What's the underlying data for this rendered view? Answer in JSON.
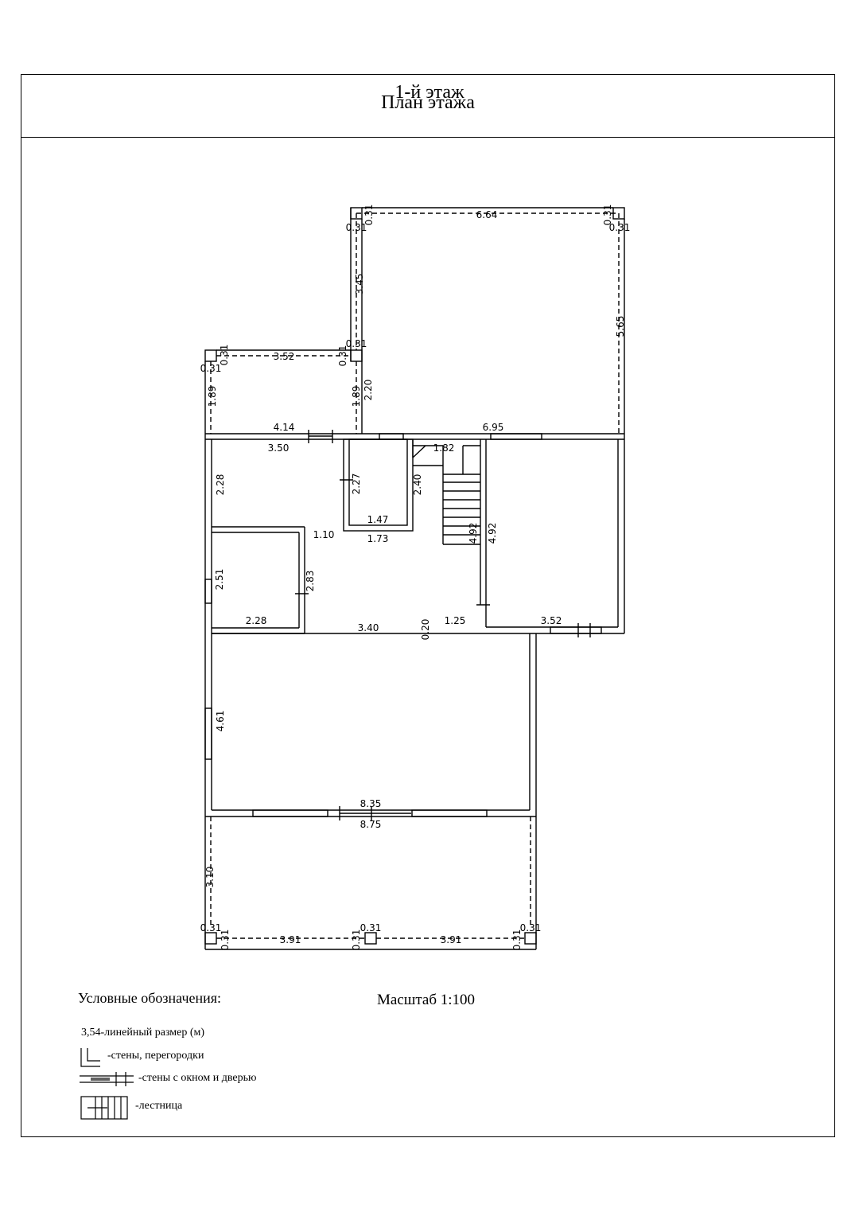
{
  "header": {
    "title": "План этажа"
  },
  "plan": {
    "floor_title": "1-й этаж",
    "dimensions": {
      "top_terrace_width": "6.64",
      "top_terrace_left_height": "3.45",
      "top_terrace_right_height": "5.65",
      "top_terrace_corner_tl": "0.31",
      "top_terrace_corner_tl_v": "0.31",
      "top_terrace_corner_tr": "0.31",
      "top_terrace_corner_tr_v": "0.31",
      "left_terrace_width": "3.52",
      "left_terrace_corner_l": "0.31",
      "left_terrace_corner_l_v": "0.31",
      "left_terrace_corner_r": "0.31",
      "left_terrace_corner_r_v": "0.31",
      "left_terrace_height_left": "1.89",
      "left_terrace_height_right": "1.89",
      "left_terrace_height_right2": "2.20",
      "house_top_left": "4.14",
      "house_top_right": "6.95",
      "room1_width": "3.50",
      "room1_height": "2.28",
      "bath_height": "2.27",
      "bath_width": "1.47",
      "stair_hall_height": "2.40",
      "stair_width": "1.82",
      "hall_width": "1.73",
      "hall_small": "1.10",
      "stair_height": "4.92",
      "right_room_height": "4.92",
      "room2_height_left": "2.51",
      "room2_height_right": "2.83",
      "room2_width": "2.28",
      "living_width": "3.40",
      "wall_offset": "0.20",
      "corridor_width": "1.25",
      "right_room_width": "3.52",
      "big_room_height": "4.61",
      "big_room_width_inner": "8.35",
      "big_room_width_outer": "8.75",
      "bottom_terrace_height": "3.10",
      "bottom_terrace_left": "3.91",
      "bottom_terrace_right": "3.91",
      "bottom_corner_l": "0.31",
      "bottom_corner_l_v": "0.31",
      "bottom_corner_m": "0.31",
      "bottom_corner_m_v": "0.31",
      "bottom_corner_r": "0.31",
      "bottom_corner_r_v": "0.31"
    }
  },
  "legend": {
    "heading": "Условные обозначения:",
    "scale": "Масштаб 1:100",
    "items": [
      {
        "text": "3,54-линейный размер (м)"
      },
      {
        "text": "-стены, перегородки",
        "icon": "wall-symbol-icon"
      },
      {
        "text": "-стены с окном и дверью",
        "icon": "window-door-symbol-icon"
      },
      {
        "text": "-лестница",
        "icon": "stair-symbol-icon"
      }
    ]
  }
}
